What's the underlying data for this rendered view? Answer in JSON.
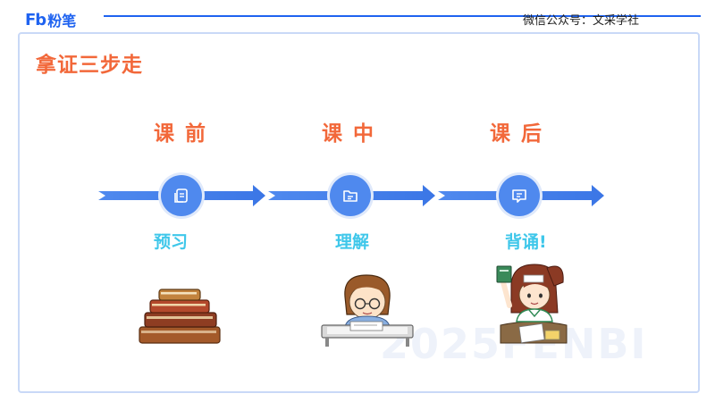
{
  "brand": {
    "logo_mark": "Fb",
    "logo_name": "粉笔"
  },
  "wechat": "微信公众号：文采学社",
  "title": "拿证三步走",
  "steps": [
    {
      "stage": "课前",
      "action": "预习",
      "icon": "document-icon"
    },
    {
      "stage": "课中",
      "action": "理解",
      "icon": "folder-icon"
    },
    {
      "stage": "课后",
      "action": "背诵!",
      "icon": "chat-bubble-icon"
    }
  ],
  "watermark": "2025FENBI",
  "colors": {
    "accent_orange": "#f2683a",
    "accent_cyan": "#3fc7ea",
    "brand_blue": "#1f63f0",
    "node_blue": "#4f89ee"
  }
}
